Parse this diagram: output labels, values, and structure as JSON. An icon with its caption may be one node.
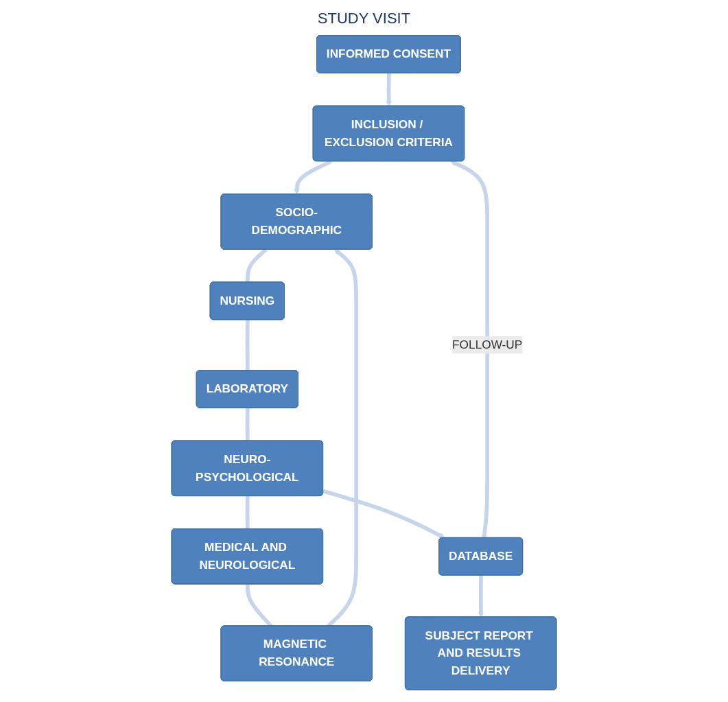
{
  "diagram": {
    "nodes": [
      {
        "text": [
          "INFORMED CONSENT"
        ]
      },
      {
        "text": [
          "INCLUSION / EXCLUSION CRITERIA"
        ]
      },
      {
        "text": [
          "SOCIO-DEMOGRAPHIC"
        ]
      },
      {
        "text": [
          "NURSING"
        ]
      },
      {
        "text": [
          "LABORATORY"
        ]
      },
      {
        "text": [
          "NEURO-PSYCHOLOGICAL"
        ]
      },
      {
        "text": [
          "MEDICAL AND NEUROLOGICAL"
        ]
      },
      {
        "text": [
          "MAGNETIC RESONANCE"
        ]
      },
      {
        "text": [
          "DATABASE"
        ]
      },
      {
        "text": [
          "SUBJECT REPORT AND RESULTS DELIVERY"
        ]
      }
    ],
    "edges": [
      {
        "from": 0,
        "to": 1,
        "arrow": "to"
      },
      {
        "from": 1,
        "to": 2,
        "arrow": "to"
      },
      {
        "from": 2,
        "to": 3,
        "arrow": "none"
      },
      {
        "from": 3,
        "to": 4,
        "arrow": "none"
      },
      {
        "from": 4,
        "to": 5,
        "arrow": "none"
      },
      {
        "from": 5,
        "to": 6,
        "arrow": "none"
      },
      {
        "from": 6,
        "to": 7,
        "arrow": "none"
      },
      {
        "from": 7,
        "to": 2,
        "arrow": "to"
      },
      {
        "from": 5,
        "to": 8,
        "arrow": "to"
      },
      {
        "from": 8,
        "to": 9,
        "arrow": "to"
      },
      {
        "from": 8,
        "to": 1,
        "label": "FOLLOW-UP",
        "arrow": "to"
      }
    ],
    "labels": [
      "STUDY VISIT"
    ]
  }
}
